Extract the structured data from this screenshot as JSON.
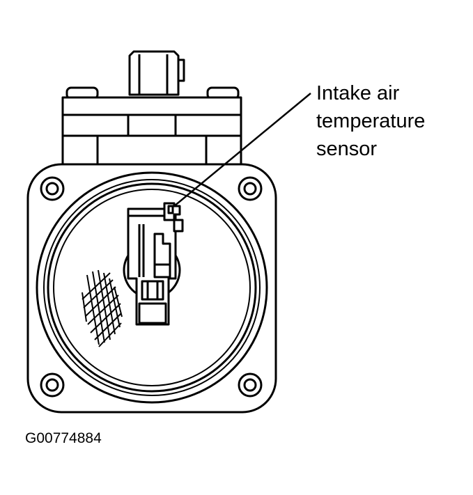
{
  "callout": {
    "line1": "Intake air",
    "line2": "temperature",
    "line3": "sensor"
  },
  "figure_code": "G00774884",
  "colors": {
    "ink": "#000000",
    "paper": "#ffffff"
  }
}
